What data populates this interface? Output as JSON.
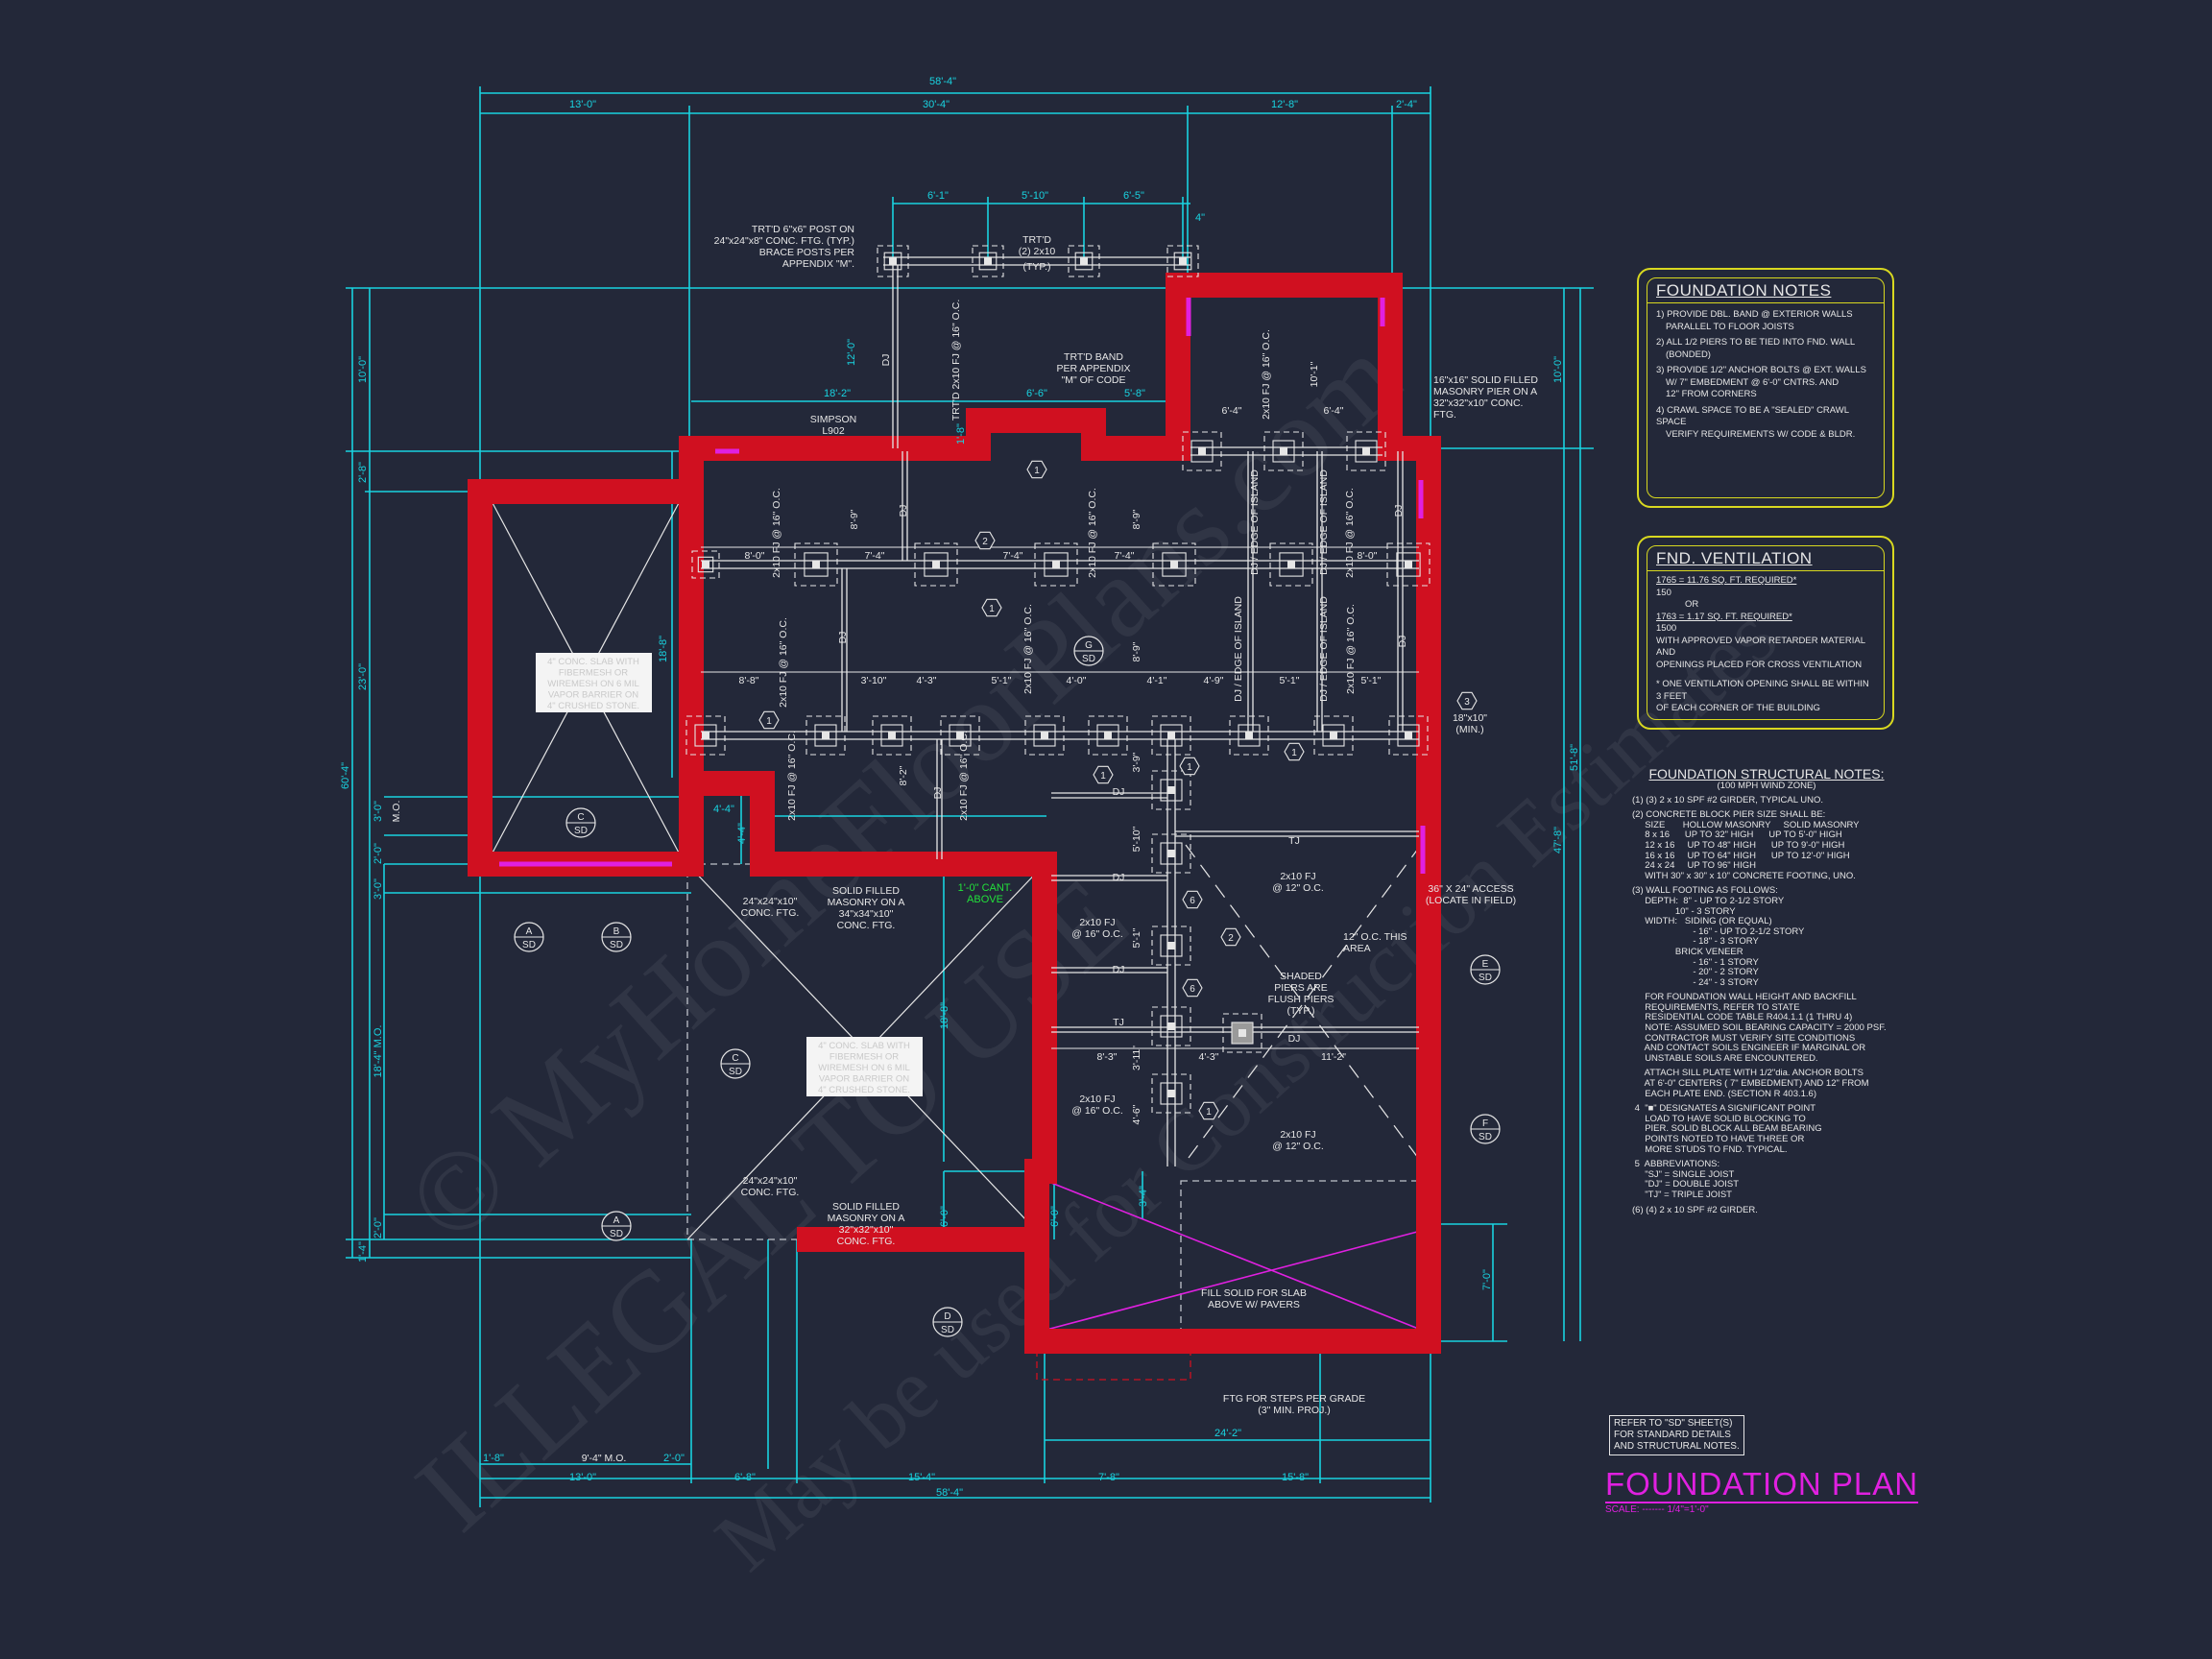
{
  "colors": {
    "background": "#232839",
    "dimension": "#19d3e0",
    "linework": "#e6e6e6",
    "wall": "#d01020",
    "accent": "#e020e0",
    "note_border": "#d8d820",
    "cantilever": "#22e03a"
  },
  "drawing": {
    "title": "FOUNDATION PLAN",
    "scale": "SCALE: ------- 1/4\"=1'-0\"",
    "refer_note": [
      "REFER TO \"SD\" SHEET(S)",
      "FOR STANDARD DETAILS",
      "AND STRUCTURAL NOTES."
    ]
  },
  "foundation_notes": {
    "title": "FOUNDATION NOTES",
    "lines": [
      "1) PROVIDE DBL. BAND @ EXTERIOR WALLS",
      "PARALLEL TO FLOOR JOISTS",
      "2) ALL 1/2 PIERS TO BE TIED INTO FND. WALL",
      "(BONDED)",
      "3) PROVIDE 1/2\" ANCHOR BOLTS @ EXT. WALLS",
      "W/ 7\" EMBEDMENT @ 6'-0\" CNTRS. AND",
      "12\" FROM CORNERS",
      "4) CRAWL SPACE TO BE A \"SEALED\" CRAWL SPACE",
      "VERIFY REQUIREMENTS W/ CODE & BLDR."
    ]
  },
  "ventilation": {
    "title": "FND. VENTILATION",
    "lines": [
      "1765 = 11.76 SQ. FT. REQUIRED*",
      "150",
      "OR",
      "1763 = 1.17 SQ. FT. REQUIRED*",
      "1500",
      "WITH APPROVED VAPOR RETARDER MATERIAL AND",
      "OPENINGS PLACED FOR CROSS VENTILATION",
      "* ONE VENTILATION OPENING SHALL BE WITHIN 3 FEET",
      "OF EACH CORNER OF THE BUILDING"
    ]
  },
  "structural_notes": {
    "title": "FOUNDATION STRUCTURAL NOTES:",
    "subtitle": "(100 MPH WIND ZONE)",
    "lines": [
      "(1) (3) 2 x 10 SPF #2 GIRDER, TYPICAL UNO.",
      "(2) CONCRETE BLOCK PIER SIZE SHALL BE:",
      "     SIZE       HOLLOW MASONRY     SOLID MASONRY",
      "     8 x 16      UP TO 32\" HIGH      UP TO 5'-0\" HIGH",
      "     12 x 16     UP TO 48\" HIGH      UP TO 9'-0\" HIGH",
      "     16 x 16     UP TO 64\" HIGH      UP TO 12'-0\" HIGH",
      "     24 x 24     UP TO 96\" HIGH",
      "     WITH 30\" x 30\" x 10\" CONCRETE FOOTING, UNO.",
      "(3) WALL FOOTING AS FOLLOWS:",
      "     DEPTH:  8\" - UP TO 2-1/2 STORY",
      "                 10\" - 3 STORY",
      "     WIDTH:   SIDING (OR EQUAL)",
      "                        - 16\" - UP TO 2-1/2 STORY",
      "                        - 18\" - 3 STORY",
      "                 BRICK VENEER",
      "                        - 16\" - 1 STORY",
      "                        - 20\" - 2 STORY",
      "                        - 24\" - 3 STORY",
      "     FOR FOUNDATION WALL HEIGHT AND BACKFILL",
      "     REQUIREMENTS, REFER TO STATE",
      "     RESIDENTIAL CODE TABLE R404.1.1 (1 THRU 4)",
      "     NOTE: ASSUMED SOIL BEARING CAPACITY = 2000 PSF.",
      "     CONTRACTOR MUST VERIFY SITE CONDITIONS",
      "     AND CONTACT SOILS ENGINEER IF MARGINAL OR",
      "     UNSTABLE SOILS ARE ENCOUNTERED.",
      "     ATTACH SILL PLATE WITH 1/2\"dia. ANCHOR BOLTS",
      "     AT 6'-0\" CENTERS ( 7\" EMBEDMENT) AND 12\" FROM",
      "     EACH PLATE END. (SECTION R 403.1.6)",
      " 4  \"■\" DESIGNATES A SIGNIFICANT POINT",
      "     LOAD TO HAVE SOLID BLOCKING TO",
      "     PIER. SOLID BLOCK ALL BEAM BEARING",
      "     POINTS NOTED TO HAVE THREE OR",
      "     MORE STUDS TO FND. TYPICAL.",
      " 5  ABBREVIATIONS:",
      "     \"SJ\" = SINGLE JOIST",
      "     \"DJ\" = DOUBLE JOIST",
      "     \"TJ\" = TRIPLE JOIST",
      "(6) (4) 2 x 10 SPF #2 GIRDER."
    ]
  },
  "plan": {
    "dims": [
      "58'-4\"",
      "13'-0\"",
      "30'-4\"",
      "12'-8\"",
      "2'-4\"",
      "6'-1\"",
      "5'-10\"",
      "6'-5\"",
      "4\"",
      "18'-2\"",
      "6'-6\"",
      "5'-8\"",
      "6'-4\"",
      "6'-4\"",
      "12'-0\"",
      "10'-1\"",
      "10'-0\"",
      "2'-8\"",
      "23'-0\"",
      "3'-0\"",
      "2'-0\"",
      "3'-0\"",
      "18'-4\" M.O.",
      "2'-0\"",
      "1'-4\"",
      "60'-4\"",
      "M.O.",
      "10'-0\"",
      "51'-8\"",
      "47'-8\"",
      "7'-0\"",
      "1'-8\"",
      "9'-4\" M.O.",
      "2'-0\"",
      "13'-0\"",
      "6'-8\"",
      "15'-4\"",
      "7'-8\"",
      "15'-8\"",
      "58'-4\"",
      "24'-2\"",
      "4'-4\"",
      "4'-4\"",
      "18'-8\"",
      "18'-8\"",
      "6'-0\"",
      "6'-0\"",
      "3'-4\"",
      "1'-8\""
    ],
    "interior_dims": [
      "8'-0\"",
      "7'-4\"",
      "7'-4\"",
      "7'-4\"",
      "8'-0\"",
      "8'-8\"",
      "3'-10\"",
      "4'-3\"",
      "5'-1\"",
      "4'-0\"",
      "4'-1\"",
      "4'-9\"",
      "5'-1\"",
      "5'-1\"",
      "8'-3\"",
      "4'-3\"",
      "11'-2\"",
      "8'-9\"",
      "8'-9\"",
      "8'-9\"",
      "8'-2\"",
      "3'-9\"",
      "5'-10\"",
      "5'-1\"",
      "3'-11\"",
      "4'-6\""
    ],
    "notes": {
      "post": [
        "TRT'D 6\"x6\" POST ON",
        "24\"x24\"x8\" CONC. FTG. (TYP.)",
        "BRACE POSTS PER",
        "APPENDIX \"M\"."
      ],
      "trtd_2x10": [
        "TRT'D",
        "(2) 2x10",
        "(TYP.)"
      ],
      "band": [
        "TRT'D BAND",
        "PER APPENDIX",
        "\"M\" OF CODE"
      ],
      "pier16": [
        "16\"x16\" SOLID FILLED",
        "MASONRY PIER ON A",
        "32\"x32\"x10\" CONC.",
        "FTG."
      ],
      "simpson": [
        "SIMPSON",
        "L902"
      ],
      "slab": [
        "4\" CONC. SLAB WITH",
        "FIBERMESH OR",
        "WIREMESH ON 6 MIL",
        "VAPOR BARRIER ON",
        "4\" CRUSHED STONE."
      ],
      "ftg24": [
        "24\"x24\"x10\"",
        "CONC. FTG."
      ],
      "solid34": [
        "SOLID FILLED",
        "MASONRY ON A",
        "34\"x34\"x10\"",
        "CONC. FTG."
      ],
      "solid32": [
        "SOLID FILLED",
        "MASONRY ON A",
        "32\"x32\"x10\"",
        "CONC. FTG."
      ],
      "cant": [
        "1'-0\" CANT.",
        "ABOVE"
      ],
      "access": [
        "36\" X 24\" ACCESS",
        "(LOCATE IN FIELD)"
      ],
      "oc12_area": [
        "12\" O.C. THIS",
        "AREA"
      ],
      "shaded": [
        "SHADED",
        "PIERS ARE",
        "FLUSH PIERS",
        "(TYP.)"
      ],
      "fj12": [
        "2x10 FJ",
        "@ 12\" O.C."
      ],
      "fj16": [
        "2x10 FJ",
        "@ 16\" O.C."
      ],
      "fill_solid": [
        "FILL SOLID FOR SLAB",
        "ABOVE W/ PAVERS"
      ],
      "steps": [
        "FTG FOR STEPS PER GRADE",
        "(3\" MIN. PROJ.)"
      ],
      "footing_min": [
        "18\"x10\"",
        "(MIN.)"
      ],
      "dj": "DJ",
      "tj": "TJ",
      "fj16_v": "2x10 FJ @ 16\" O.C.",
      "trtd_fj_v": "TRT'D 2x10 FJ @ 16\" O.C.",
      "edge_island": "DJ / EDGE OF ISLAND"
    },
    "section_marks": [
      {
        "letter": "A",
        "sheet": "SD"
      },
      {
        "letter": "B",
        "sheet": "SD"
      },
      {
        "letter": "C",
        "sheet": "SD"
      },
      {
        "letter": "C",
        "sheet": "SD"
      },
      {
        "letter": "D",
        "sheet": "SD"
      },
      {
        "letter": "E",
        "sheet": "SD"
      },
      {
        "letter": "F",
        "sheet": "SD"
      },
      {
        "letter": "A",
        "sheet": "SD"
      },
      {
        "letter": "G",
        "sheet": "SD"
      }
    ],
    "note_tags": [
      "1",
      "2",
      "1",
      "1",
      "1",
      "1",
      "1",
      "6",
      "2",
      "6",
      "1",
      "3"
    ]
  },
  "watermark": [
    "© MyHomeFloorPlans.com",
    "ILLEGAL TO USE",
    "May be used for Construction Estimates"
  ]
}
